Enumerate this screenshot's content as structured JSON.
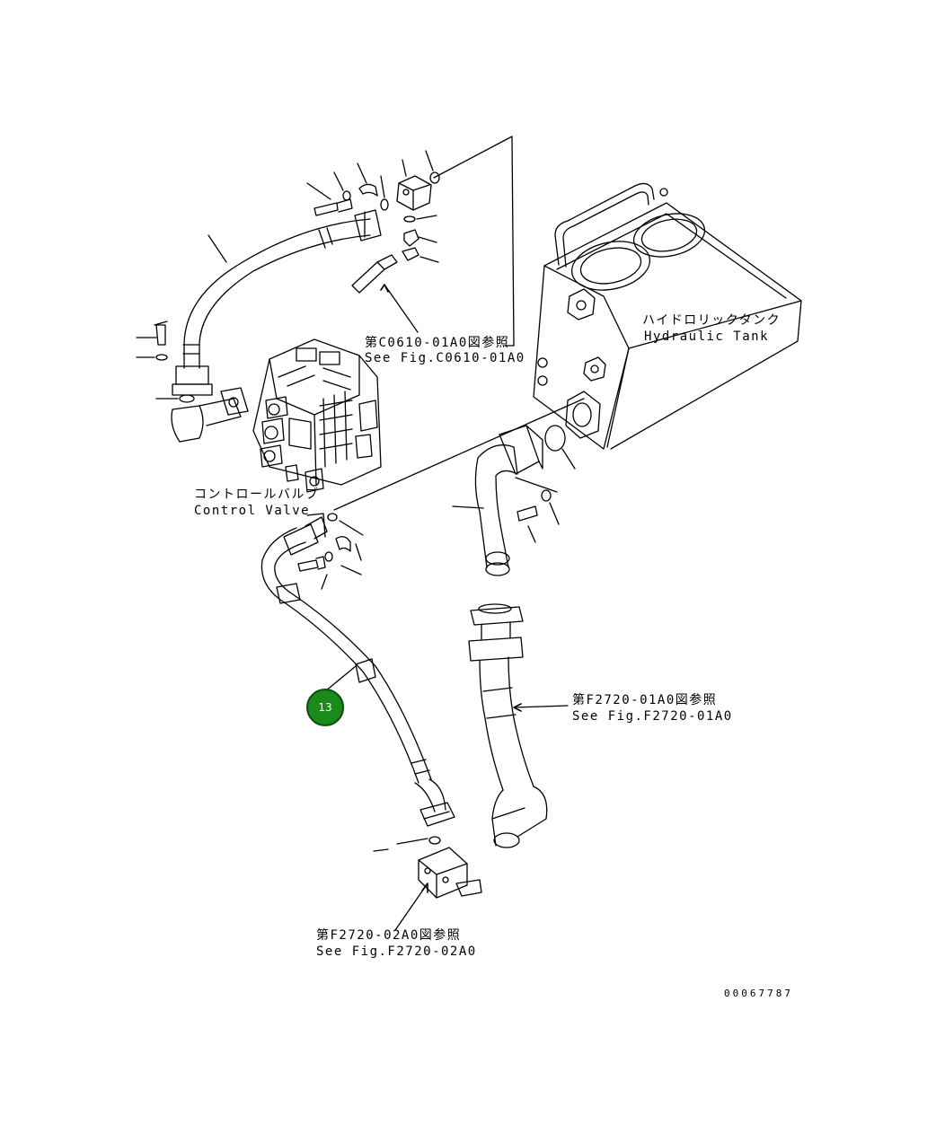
{
  "tank": {
    "label_jp": "ハイドロリックタンク",
    "label_en": "Hydraulic Tank"
  },
  "control_valve": {
    "label_jp": "コントロールバルブ",
    "label_en": "Control Valve"
  },
  "refs": [
    {
      "jp": "第C0610-01A0図参照",
      "en": "See Fig.C0610-01A0"
    },
    {
      "jp": "第F2720-01A0図参照",
      "en": "See Fig.F2720-01A0"
    },
    {
      "jp": "第F2720-02A0図参照",
      "en": "See Fig.F2720-02A0"
    }
  ],
  "callout": {
    "number": "13",
    "color": "#1a8a1a"
  },
  "drawing_id": "00067787"
}
